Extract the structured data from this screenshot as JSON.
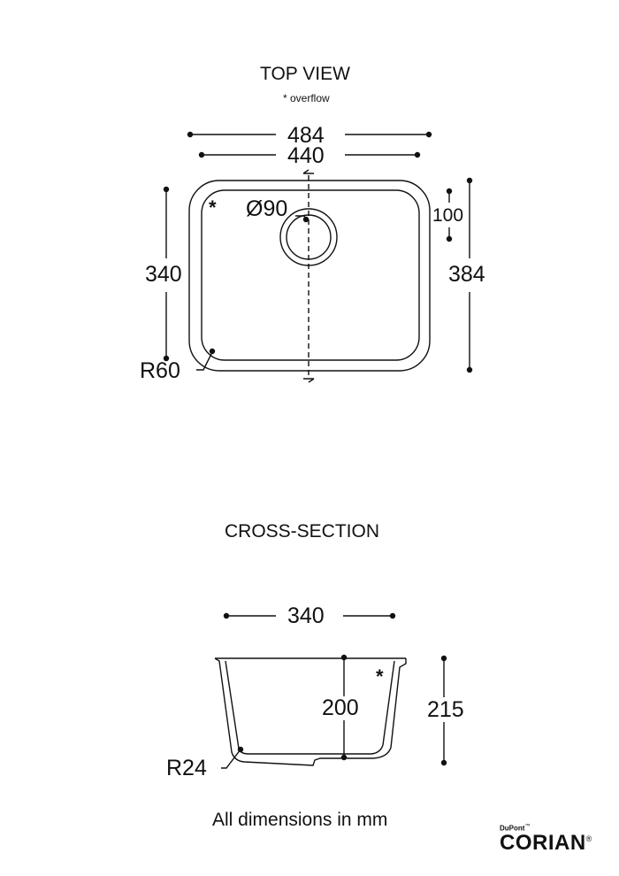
{
  "top_view": {
    "title": "TOP VIEW",
    "note": "* overflow",
    "overflow_mark": "*",
    "dims": {
      "outer_width": "484",
      "inner_width": "440",
      "inner_length": "340",
      "outer_length": "384",
      "drain_offset": "100",
      "drain_diameter": "Ø90",
      "corner_radius": "R60"
    }
  },
  "cross_section": {
    "title": "CROSS-SECTION",
    "overflow_mark": "*",
    "dims": {
      "width": "340",
      "inner_depth": "200",
      "outer_depth": "215",
      "bottom_radius": "R24"
    }
  },
  "footer_note": "All dimensions in mm",
  "brand": {
    "maker": "DuPont",
    "maker_mark": "™",
    "product": "CORIAN",
    "product_mark": "®"
  }
}
